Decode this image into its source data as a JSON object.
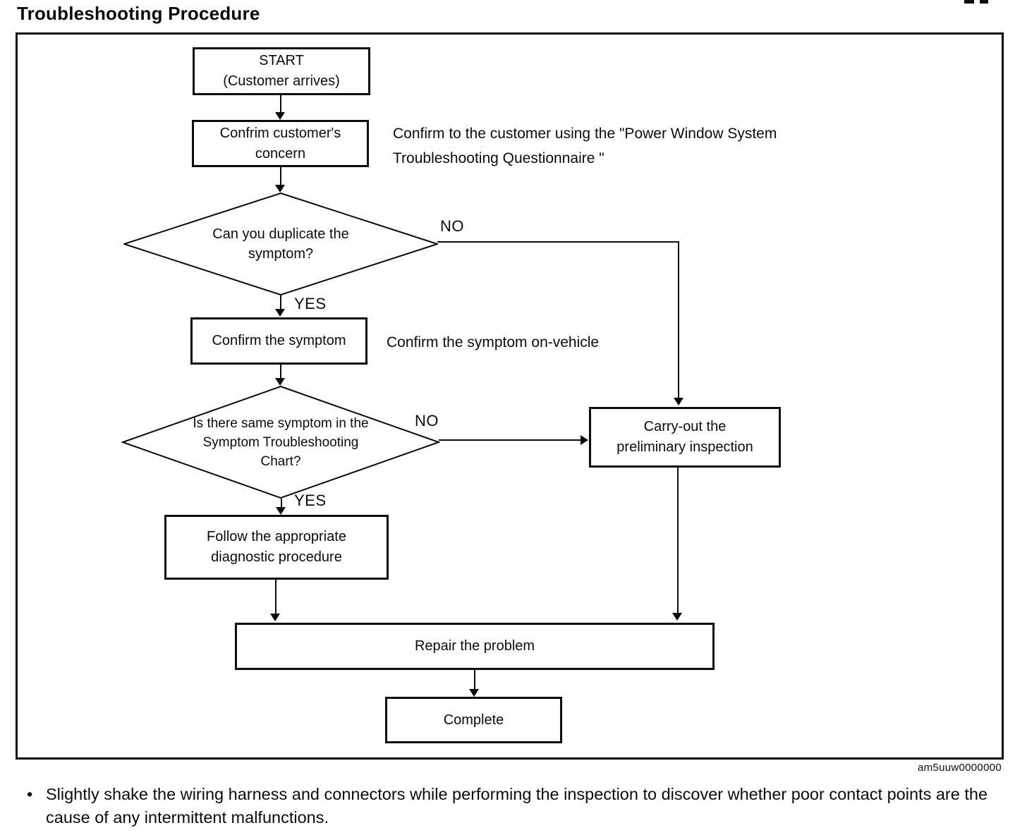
{
  "page": {
    "title": "Troubleshooting Procedure",
    "figure_code": "am5uuw0000000",
    "footnote": {
      "bullet": "•",
      "text": "Slightly shake the wiring harness and connectors while performing the inspection to discover whether poor contact points are the cause of any intermittent malfunctions."
    }
  },
  "flowchart": {
    "nodes": {
      "start": {
        "line1": "START",
        "line2": "(Customer arrives)"
      },
      "confirm_concern": {
        "line1": "Confrim customer's",
        "line2": "concern"
      },
      "duplicate_symptom_decision": {
        "line1": "Can you duplicate the",
        "line2": "symptom?"
      },
      "confirm_symptom": {
        "label": "Confirm the symptom"
      },
      "symptom_chart_decision": {
        "line1": "Is there same symptom in the",
        "line2": "Symptom Troubleshooting",
        "line3": "Chart?"
      },
      "preliminary_inspection": {
        "line1": "Carry-out the",
        "line2": "preliminary inspection"
      },
      "diagnostic_procedure": {
        "line1": "Follow the appropriate",
        "line2": "diagnostic procedure"
      },
      "repair": {
        "label": "Repair the problem"
      },
      "complete": {
        "label": "Complete"
      }
    },
    "notes": {
      "confirm_concern_note_line1": "Confirm to the customer using the \"Power Window System",
      "confirm_concern_note_line2": "Troubleshooting Questionnaire \"",
      "confirm_symptom_note": "Confirm the symptom on-vehicle"
    },
    "edge_labels": {
      "duplicate_no": "NO",
      "duplicate_yes": "YES",
      "chart_no": "NO",
      "chart_yes": "YES"
    }
  },
  "colors": {
    "ink": "#0c0c0c",
    "paper": "#ffffff"
  }
}
